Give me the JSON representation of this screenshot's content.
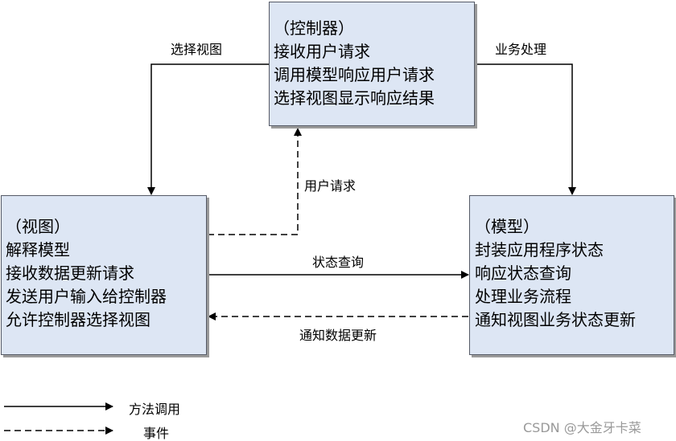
{
  "controller": {
    "title": "（控制器）",
    "lines": [
      "接收用户请求",
      "调用模型响应用户请求",
      "选择视图显示响应结果"
    ]
  },
  "view": {
    "title": "（视图）",
    "lines": [
      "解释模型",
      "接收数据更新请求",
      "发送用户输入给控制器",
      "允许控制器选择视图"
    ]
  },
  "model": {
    "title": "（模型）",
    "lines": [
      "封装应用程序状态",
      "响应状态查询",
      "处理业务流程",
      "通知视图业务状态更新"
    ]
  },
  "edges": {
    "select_view": "选择视图",
    "business_processing": "业务处理",
    "user_request": "用户请求",
    "state_query": "状态查询",
    "notify_data_update": "通知数据更新"
  },
  "legend": {
    "solid": "方法调用",
    "dashed": "事件"
  },
  "watermark": "CSDN @大金牙卡菜"
}
